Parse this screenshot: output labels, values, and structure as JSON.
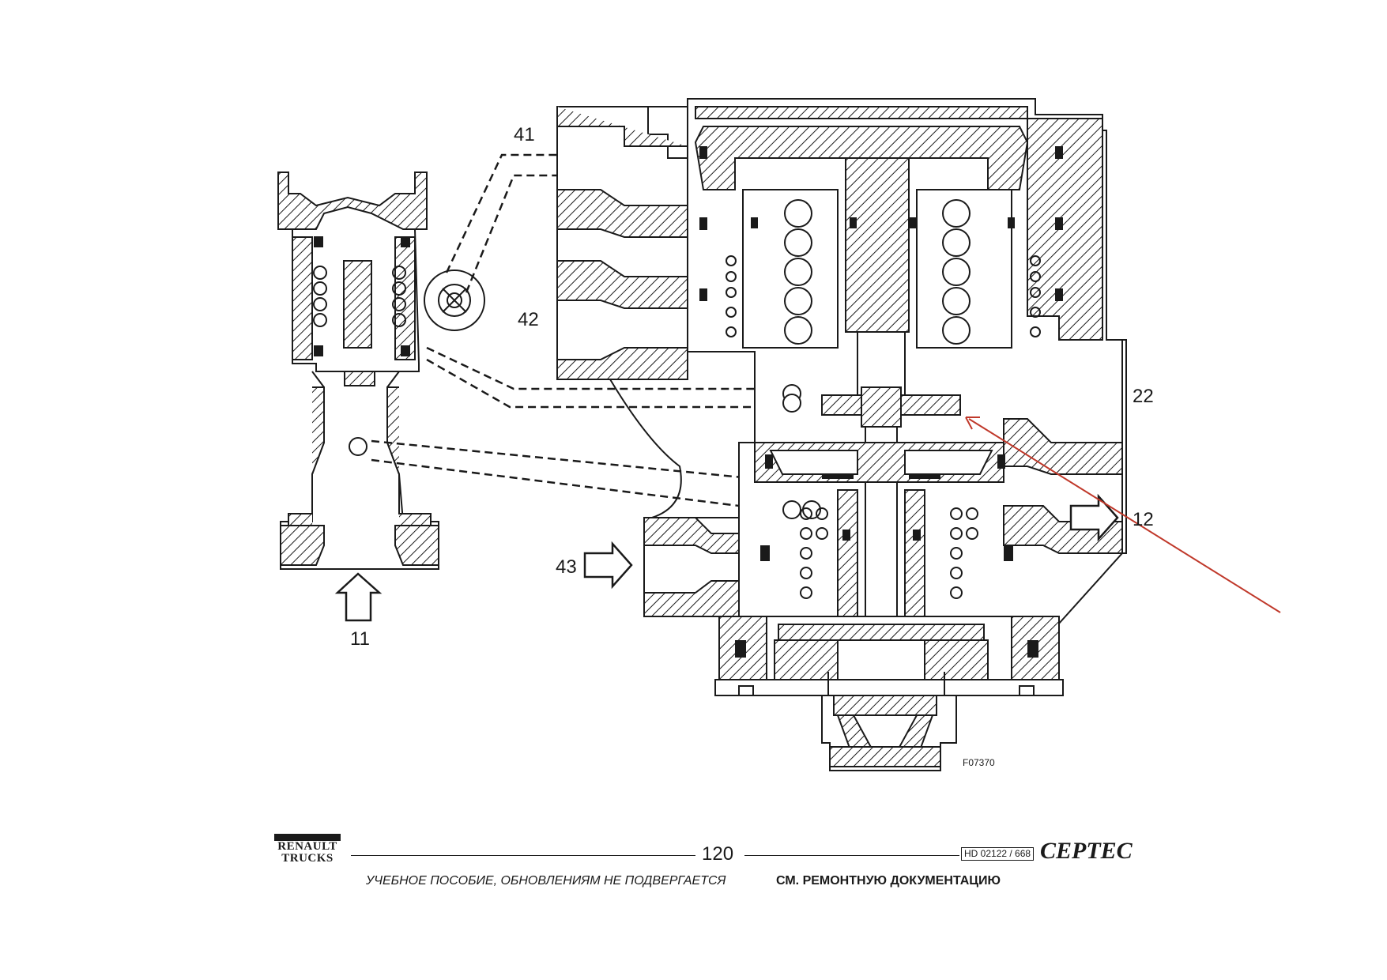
{
  "diagram": {
    "labels": {
      "port_41": "41",
      "port_42": "42",
      "port_22": "22",
      "port_12": "12",
      "port_43": "43",
      "port_11": "11"
    },
    "figure_code": "F07370",
    "annotation_color": "#c0392b"
  },
  "footer": {
    "logo_line1": "RENAULT",
    "logo_line2": "TRUCKS",
    "page_number": "120",
    "doc_reference": "HD 02122 / 668",
    "brand": "СЕРТЕС",
    "note_left": "УЧЕБНОЕ ПОСОБИЕ, ОБНОВЛЕНИЯМ НЕ ПОДВЕРГАЕТСЯ",
    "note_right": "СМ. РЕМОНТНУЮ ДОКУМЕНТАЦИЮ"
  }
}
